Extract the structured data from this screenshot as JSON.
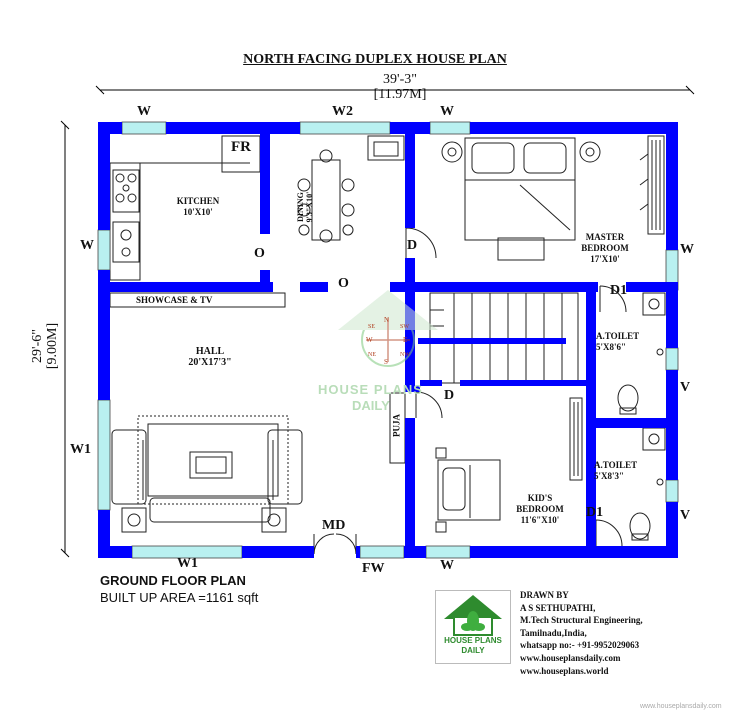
{
  "title": "NORTH FACING DUPLEX HOUSE PLAN",
  "dimensions": {
    "width_ft": "39'-3\"",
    "width_m": "[11.97M]",
    "depth_ft": "29'-6\"",
    "depth_m": "[9.00M]"
  },
  "rooms": {
    "kitchen": {
      "name": "KITCHEN",
      "size": "10'X10'"
    },
    "dining": {
      "name": "DINING",
      "size": "9'3\"X10'"
    },
    "master": {
      "name": "MASTER",
      "name2": "BEDROOM",
      "size": "17'X10'"
    },
    "hall": {
      "name": "HALL",
      "size": "20'X17'3\""
    },
    "toilet1": {
      "name": "A.TOILET",
      "size": "5'X8'6\""
    },
    "toilet2": {
      "name": "A.TOILET",
      "size": "5'X8'3\""
    },
    "kids": {
      "name": "KID'S",
      "name2": "BEDROOM",
      "size": "11'6\"X10'"
    },
    "showcase": "SHOWCASE & TV",
    "puja": "PUJA",
    "fridge": "FR"
  },
  "openings": {
    "w_top_left": "W",
    "w2_top": "W2",
    "w_top_right": "W",
    "w_left": "W",
    "w_right": "W",
    "o_kitchen": "O",
    "o_hall": "O",
    "d_master": "D",
    "d1_toilet1": "D1",
    "v_toilet1": "V",
    "d_kids": "D",
    "w1_left": "W1",
    "v_toilet2": "V",
    "d1_toilet2": "D1",
    "md": "MD",
    "w1_bottom": "W1",
    "fw": "FW",
    "w_bottom": "W"
  },
  "compass": {
    "n": "N",
    "s": "S",
    "e": "E",
    "w": "W",
    "ne": "NE",
    "nw": "NW",
    "se": "SE",
    "sw": "SW"
  },
  "watermark": {
    "line1": "HOUSE PLANS",
    "line2": "DAILY"
  },
  "footer": {
    "plan_name": "GROUND FLOOR PLAN",
    "built_up": "BUILT UP AREA =1161 sqft",
    "logo_line1": "HOUSE PLANS",
    "logo_line2": "DAILY"
  },
  "credits": [
    "DRAWN BY",
    "A S SETHUPATHI,",
    "M.Tech Structural Engineering,",
    "Tamilnadu,India,",
    "whatsapp no:- +91-9952029063",
    "www.houseplansdaily.com",
    "www.houseplans.world"
  ],
  "corner_watermark": "www.houseplansdaily.com",
  "colors": {
    "wall": "#0000ff",
    "window": "#b9f0f0",
    "logo_green": "#2e8b2e"
  }
}
